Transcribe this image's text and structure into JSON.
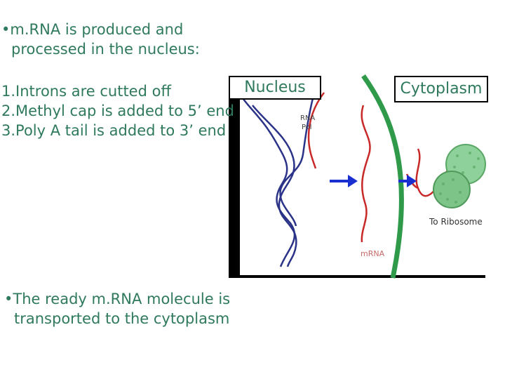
{
  "intro": {
    "bullet": "•",
    "line1": "m.RNA is produced and",
    "line2": "processed in the nucleus:"
  },
  "steps": [
    "1.Introns are cutted off",
    "2.Methyl cap is added to 5’ end",
    "3.Poly A tail is added to 3’ end"
  ],
  "outro": {
    "bullet": "•",
    "line1": "The ready m.RNA molecule is",
    "line2": "transported to the cytoplasm"
  },
  "diagram": {
    "nucleus_label": "Nucleus",
    "cytoplasm_label": "Cytoplasm",
    "rna_pol_line1": "RNA",
    "rna_pol_line2": "Pol",
    "ribosome_label": "To Ribosome",
    "mrna_label": "mRNA",
    "colors": {
      "text_green": "#2f7a5c",
      "membrane": "#2e9a4a",
      "dna": "#2a3388",
      "rna": "#c82828",
      "arrow": "#1a2fd0",
      "ribosome": "#7cc487"
    }
  }
}
